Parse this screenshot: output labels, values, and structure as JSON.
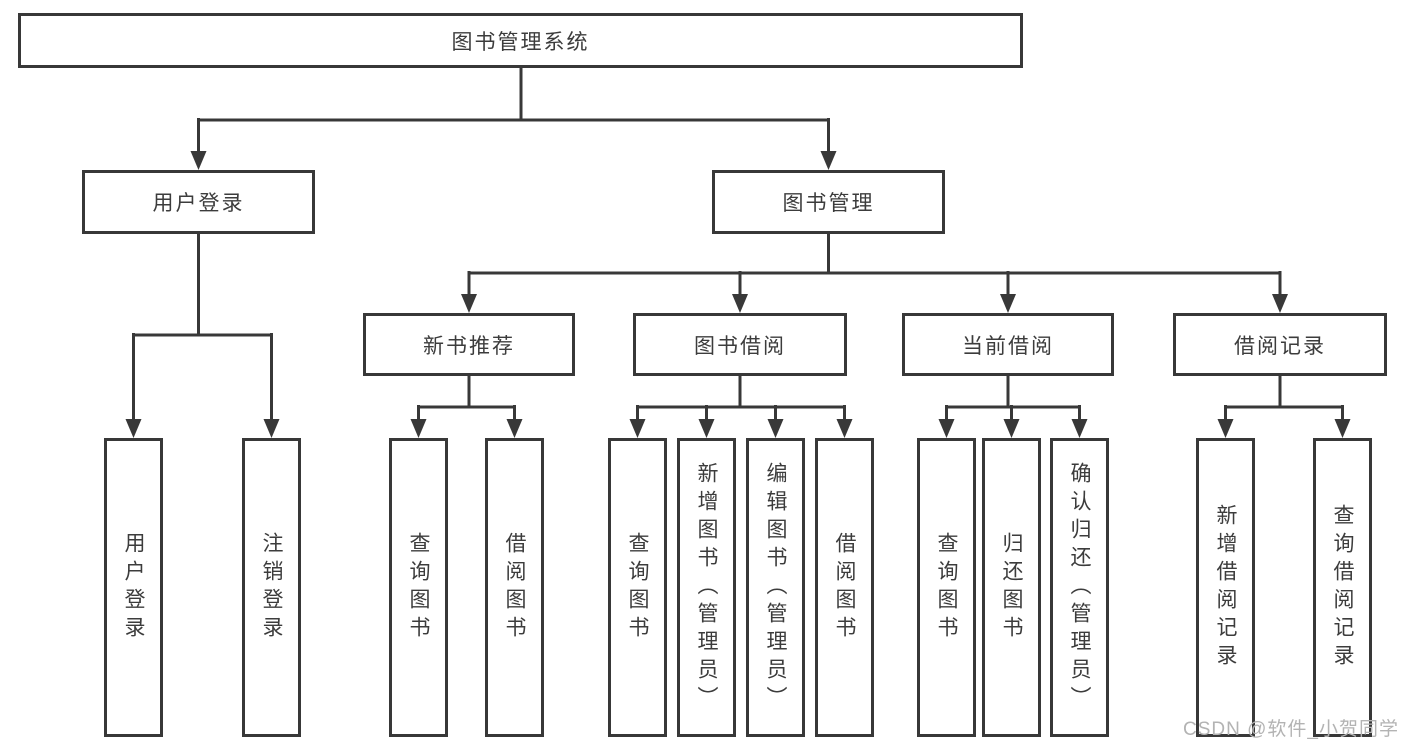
{
  "diagram": {
    "root": {
      "label": "图书管理系统"
    },
    "level2": {
      "user_login": {
        "label": "用户登录"
      },
      "book_management": {
        "label": "图书管理"
      }
    },
    "level3": {
      "new_books": {
        "label": "新书推荐"
      },
      "book_borrow": {
        "label": "图书借阅"
      },
      "current_borrow": {
        "label": "当前借阅"
      },
      "borrow_records": {
        "label": "借阅记录"
      }
    },
    "leaves": {
      "user_login": [
        "用户登录",
        "注销登录"
      ],
      "new_books": [
        "查询图书",
        "借阅图书"
      ],
      "book_borrow": [
        "查询图书",
        "新增图书（管理员）",
        "编辑图书（管理员）",
        "借阅图书"
      ],
      "current_borrow": [
        "查询图书",
        "归还图书",
        "确认归还（管理员）"
      ],
      "borrow_records": [
        "新增借阅记录",
        "查询借阅记录"
      ]
    },
    "colors": {
      "line": "#383838",
      "text": "#3c3c3c",
      "watermark": "#b3b3b3",
      "background": "#ffffff"
    },
    "watermark": "CSDN @软件_小贺同学"
  }
}
